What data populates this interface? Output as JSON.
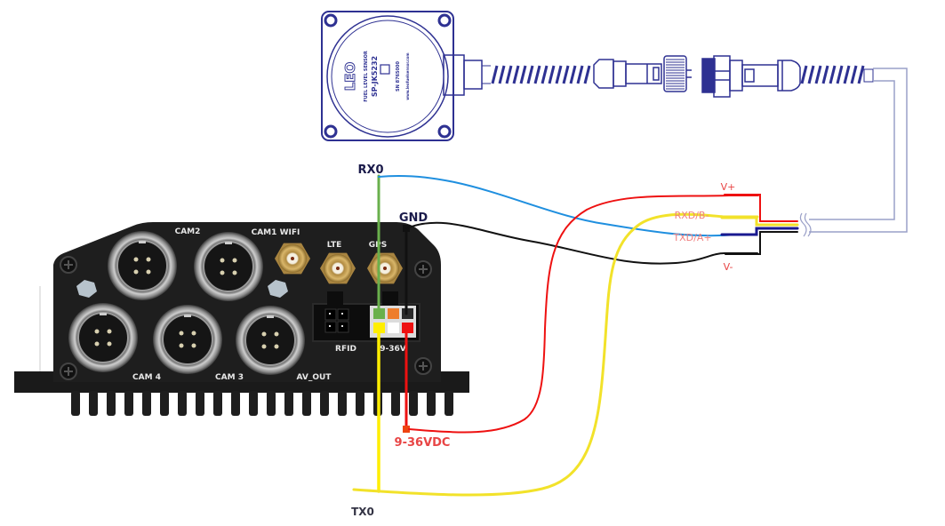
{
  "sensor": {
    "brand": "LEO",
    "product_line": "FUEL LEVEL SENSOR",
    "model": "SP-JK5232",
    "serial": "SN 8765000",
    "website": "www.leofuelsensor.com"
  },
  "sensor_wires": {
    "v_plus": "V+",
    "rxd": "RXD/B-",
    "txd": "TXD/A+",
    "v_minus": "V-"
  },
  "dvr_labels": {
    "cam1": "CAM1",
    "cam2": "CAM2",
    "cam3": "CAM 3",
    "cam4": "CAM 4",
    "av_out": "AV_OUT",
    "wifi": "WIFI",
    "lte": "LTE",
    "gps": "GPS",
    "rfid": "RFID",
    "power_port": "9-36V"
  },
  "connections": {
    "rx0": "RX0",
    "gnd": "GND",
    "tx0": "TX0",
    "power": "9-36VDC"
  },
  "colors": {
    "sensor_outline": "#2e3192",
    "wire_rx": "#1f8fdf",
    "wire_gnd": "#111111",
    "wire_power": "#ee1111",
    "wire_tx": "#f2e22a",
    "wire_green": "#6ab04c",
    "label_red": "#e84545",
    "label_dark": "#1a1a4a",
    "device_body": "#1c1c1c"
  }
}
